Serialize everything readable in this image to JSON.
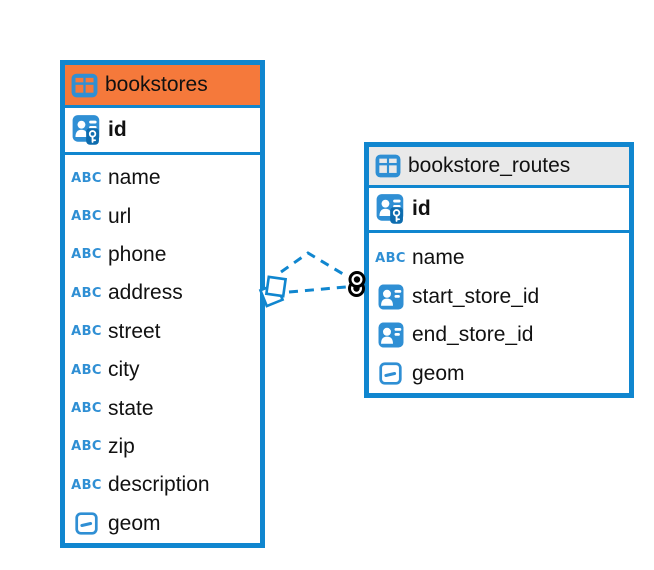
{
  "canvas": {
    "background": "#ffffff"
  },
  "colors": {
    "accent_blue": "#1086cf",
    "icon_blue": "#2f8fd4",
    "selected_header_orange": "#f5793b",
    "header_gray": "#e9e9e9",
    "text": "#111111",
    "relationship_dot": "#000000"
  },
  "icons": {
    "text_type_label": "ABC",
    "table_icon": "table-grid",
    "primary_key_icon": "person-with-key",
    "reference_icon": "person-card",
    "geometry_icon": "box-with-dash"
  },
  "tables": [
    {
      "name": "bookstores",
      "selected": true,
      "primary_key": "id",
      "columns": [
        {
          "label": "name",
          "type": "text"
        },
        {
          "label": "url",
          "type": "text"
        },
        {
          "label": "phone",
          "type": "text"
        },
        {
          "label": "address",
          "type": "text"
        },
        {
          "label": "street",
          "type": "text"
        },
        {
          "label": "city",
          "type": "text"
        },
        {
          "label": "state",
          "type": "text"
        },
        {
          "label": "zip",
          "type": "text"
        },
        {
          "label": "description",
          "type": "text"
        },
        {
          "label": "geom",
          "type": "geometry"
        }
      ]
    },
    {
      "name": "bookstore_routes",
      "selected": false,
      "primary_key": "id",
      "columns": [
        {
          "label": "name",
          "type": "text"
        },
        {
          "label": "start_store_id",
          "type": "reference"
        },
        {
          "label": "end_store_id",
          "type": "reference"
        },
        {
          "label": "geom",
          "type": "geometry"
        }
      ]
    }
  ],
  "relationships": [
    {
      "from": "bookstores",
      "to": "bookstore_routes",
      "line_style": "dashed",
      "color": "#1086cf",
      "source_marker": "overlapping-squares",
      "target_marker": "black-ring-dot"
    },
    {
      "from": "bookstores",
      "to": "bookstore_routes",
      "line_style": "dashed",
      "color": "#1086cf",
      "source_marker": "overlapping-squares",
      "target_marker": "black-ring-dot"
    }
  ]
}
